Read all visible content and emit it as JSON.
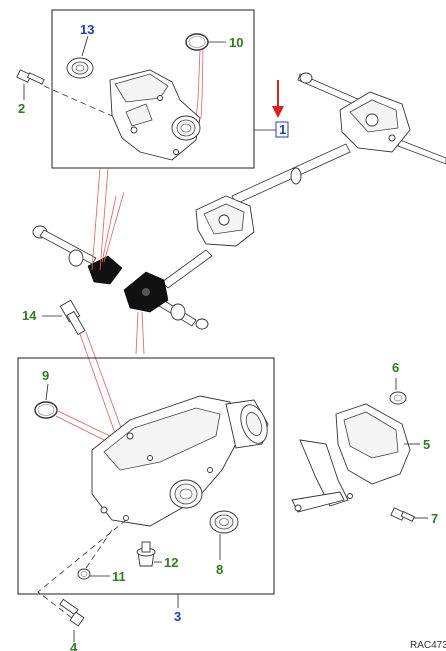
{
  "callouts": {
    "c1": "1",
    "c2": "2",
    "c3": "3",
    "c4": "4",
    "c5": "5",
    "c6": "6",
    "c7": "7",
    "c8": "8",
    "c9": "9",
    "c10": "10",
    "c11": "11",
    "c12": "12",
    "c13": "13",
    "c14": "14"
  },
  "reference": "RAC473",
  "colors": {
    "callout_green": "#2e7d1f",
    "callout_blue": "#1f3fbf",
    "highlight_red": "#e02020"
  }
}
